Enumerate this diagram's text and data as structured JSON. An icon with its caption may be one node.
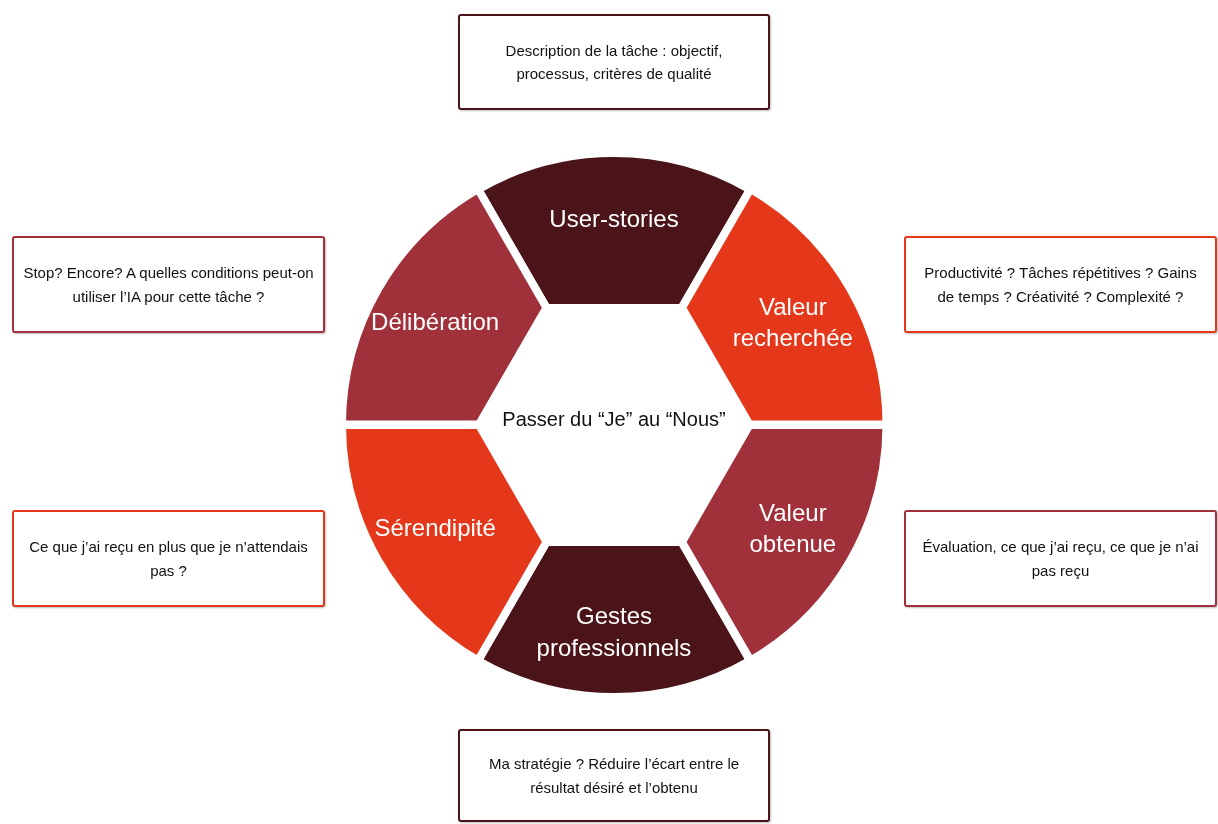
{
  "diagram": {
    "nodes": [
      {
        "text": [
          "User-stories"
        ]
      },
      {
        "text": [
          "Valeur recherchée"
        ]
      },
      {
        "text": [
          "Valeur obtenue"
        ]
      },
      {
        "text": [
          "Gestes professionnels"
        ]
      },
      {
        "text": [
          "Sérendipité"
        ]
      },
      {
        "text": [
          "Délibération"
        ]
      },
      {
        "text": [
          "Description de la tâche : objectif, processus, critères de qualité"
        ]
      },
      {
        "text": [
          "Productivité ? Tâches répétitives ? Gains de temps ? Créativité ? Complexité ?"
        ]
      },
      {
        "text": [
          "Évaluation, ce que j’ai reçu, ce que je n’ai pas reçu"
        ]
      },
      {
        "text": [
          "Ma stratégie ? Réduire l’écart entre le résultat désiré et l’obtenu"
        ]
      },
      {
        "text": [
          "Ce que j’ai reçu en plus que je n’attendais pas ?"
        ]
      },
      {
        "text": [
          "Stop? Encore? A quelles conditions peut-on utiliser l’IA pour cette tâche ?"
        ]
      }
    ],
    "labels": [
      "Passer du “Je” au “Nous”"
    ]
  }
}
